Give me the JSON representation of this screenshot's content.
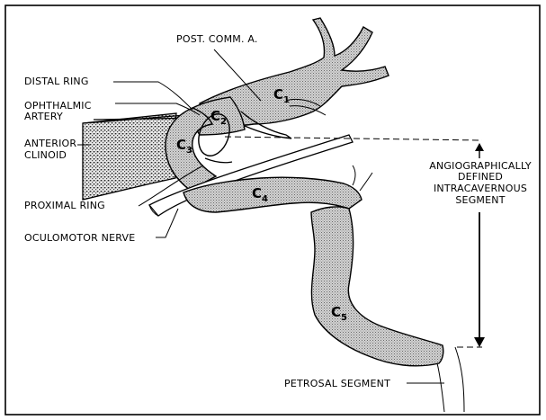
{
  "labels": {
    "post_comm": "POST. COMM. A.",
    "distal_ring": "DISTAL RING",
    "ophthalmic_1": "OPHTHALMIC",
    "ophthalmic_2": "ARTERY",
    "anterior_1": "ANTERIOR",
    "anterior_2": "CLINOID",
    "proximal_ring": "PROXIMAL RING",
    "oculomotor": "OCULOMOTOR NERVE",
    "petrosal": "PETROSAL SEGMENT",
    "angio_1": "ANGIOGRAPHICALLY",
    "angio_2": "DEFINED",
    "angio_3": "INTRACAVERNOUS",
    "angio_4": "SEGMENT"
  },
  "segments": {
    "c1": {
      "letter": "C",
      "sub": "1"
    },
    "c2": {
      "letter": "C",
      "sub": "2"
    },
    "c3": {
      "letter": "C",
      "sub": "3"
    },
    "c4": {
      "letter": "C",
      "sub": "4"
    },
    "c5": {
      "letter": "C",
      "sub": "5"
    }
  }
}
